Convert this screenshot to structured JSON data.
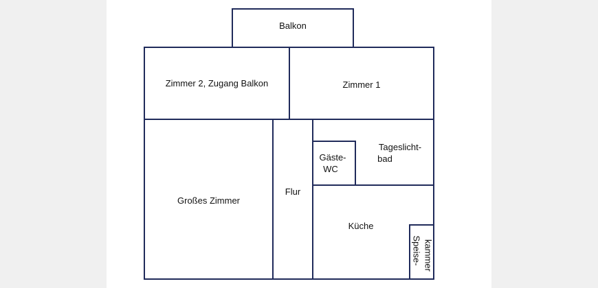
{
  "floor_plan": {
    "rooms": {
      "balkon": "Balkon",
      "zimmer_2": "Zimmer 2, Zugang Balkon",
      "zimmer_1": "Zimmer 1",
      "grosses_zimmer": "Großes Zimmer",
      "flur": "Flur",
      "gaeste_wc_line1": "Gäste-",
      "gaeste_wc_line2": "WC",
      "bad_line1": "Tageslicht-",
      "bad_line2": "bad",
      "kueche": "Küche",
      "speisekammer_line1": "Speise-",
      "speisekammer_line2": "kammer"
    },
    "line_color": "#1f2a5a"
  }
}
